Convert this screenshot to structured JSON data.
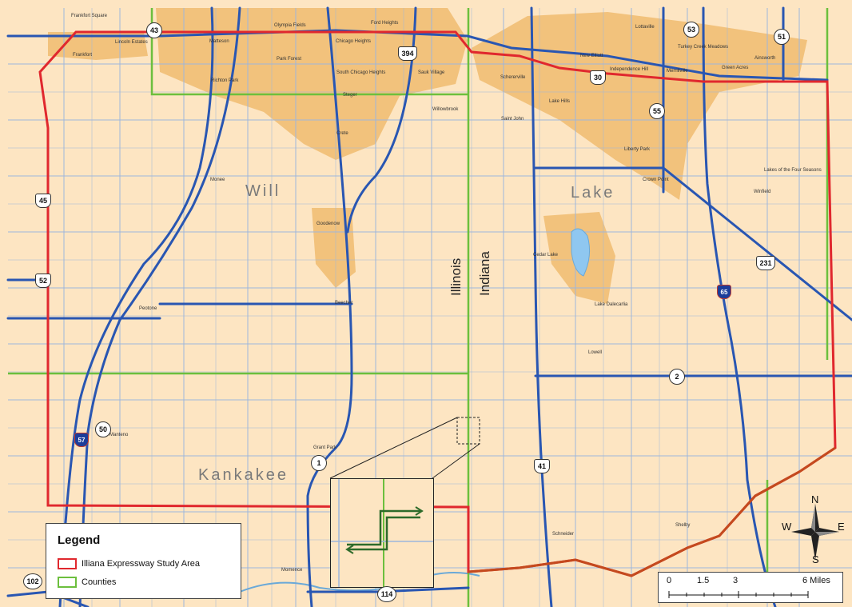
{
  "map": {
    "counties": {
      "will": "Will",
      "lake": "Lake",
      "kankakee": "Kankakee"
    },
    "states": {
      "illinois": "Illinois",
      "indiana": "Indiana"
    },
    "towns": [
      "Frankfort Square",
      "Olympia Fields",
      "Ford Heights",
      "Lincoln Estates",
      "Matteson",
      "Chicago Heights",
      "Frankfort",
      "Park Forest",
      "South Chicago Heights",
      "Sauk Village",
      "Richton Park",
      "Steger",
      "Willowbrook",
      "Crete",
      "Lottaville",
      "Turkey Creek Meadows",
      "Ainsworth",
      "New Elliott",
      "Independence Hill",
      "Merrillville",
      "Green Acres",
      "Schererville",
      "Lake Hills",
      "Saint John",
      "Liberty Park",
      "Crown Point",
      "Lakes of the Four Seasons",
      "Winfield",
      "Monee",
      "Goodenow",
      "Cedar Lake",
      "Beecher",
      "Peotone",
      "Lake Dalecarlia",
      "Lowell",
      "Manteno",
      "Grant Park",
      "Schneider",
      "Shelby",
      "Momence"
    ],
    "routes": {
      "r43": "43",
      "r394": "394",
      "r53": "53",
      "r51": "51",
      "r30": "30",
      "r55": "55",
      "r45": "45",
      "r52": "52",
      "r231": "231",
      "r65": "65",
      "r2": "2",
      "r57": "57",
      "r50": "50",
      "r1": "1",
      "r41": "41",
      "r102": "102",
      "r114": "114"
    }
  },
  "legend": {
    "title": "Legend",
    "items": [
      {
        "label": "Illiana Expressway Study Area",
        "color": "#e0282e"
      },
      {
        "label": "Counties",
        "color": "#6cbf3d"
      }
    ]
  },
  "scale_bar": {
    "labels": [
      "0",
      "1.5",
      "3",
      "6 Miles"
    ]
  },
  "compass": {
    "n": "N",
    "s": "S",
    "e": "E",
    "w": "W"
  },
  "colors": {
    "land": "#fde5c2",
    "urban": "#f2c27c",
    "highway": "#2956b2",
    "local_road": "#9db6dc",
    "study_area": "#e0282e",
    "county_line": "#6cbf3d",
    "water": "#8fc7f0"
  }
}
